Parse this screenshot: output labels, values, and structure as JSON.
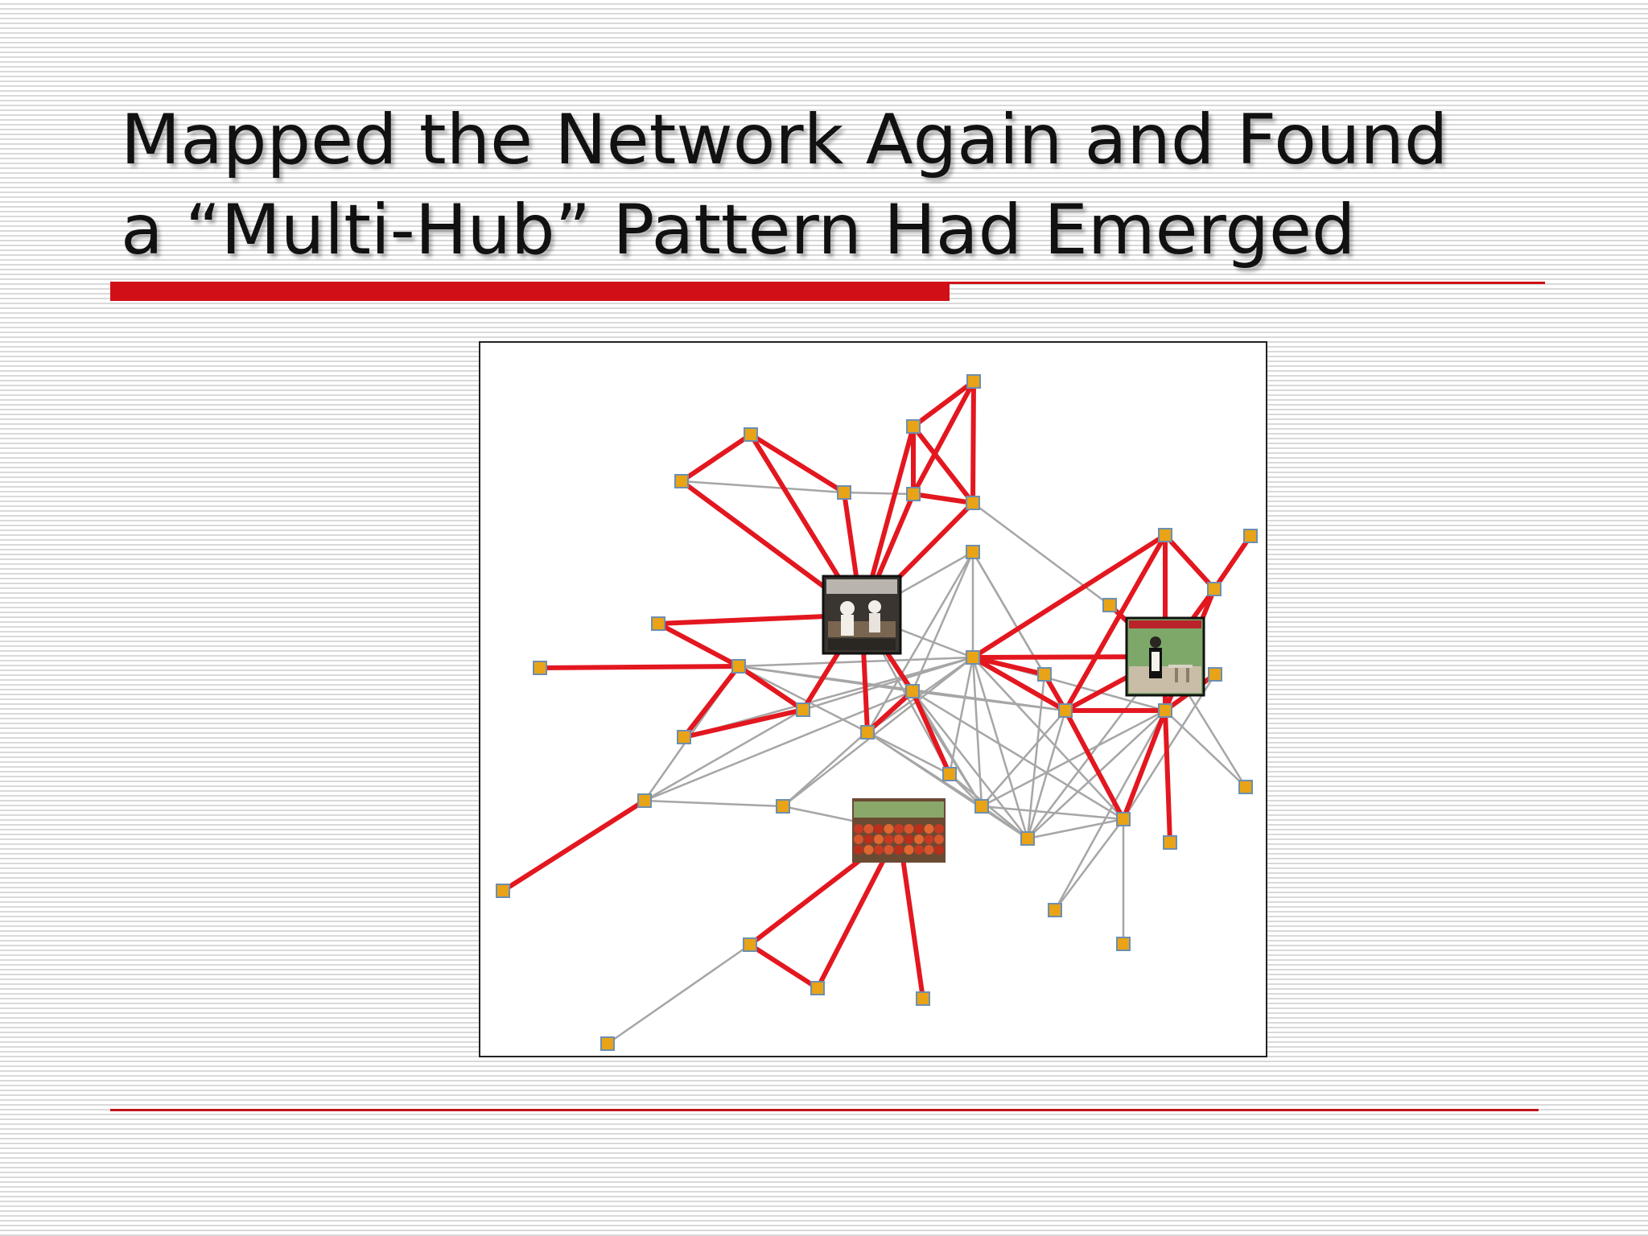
{
  "slide": {
    "title_line1": "Mapped the Network Again and Found",
    "title_line2": "a “Multi-Hub” Pattern Had Emerged"
  },
  "colors": {
    "accent_red": "#d10f16",
    "strong_link": "#e3171f",
    "weak_link": "#a6a6a6",
    "node_fill": "#e8a317",
    "node_border": "#6d8fb0"
  },
  "network": {
    "hubs": [
      {
        "id": "hub-kitchen",
        "icon": "restaurant-kitchen-photo"
      },
      {
        "id": "hub-cafe",
        "icon": "outdoor-cafe-waiter-photo"
      },
      {
        "id": "hub-market",
        "icon": "produce-market-photo"
      }
    ],
    "link_types": [
      "strong",
      "weak"
    ]
  }
}
